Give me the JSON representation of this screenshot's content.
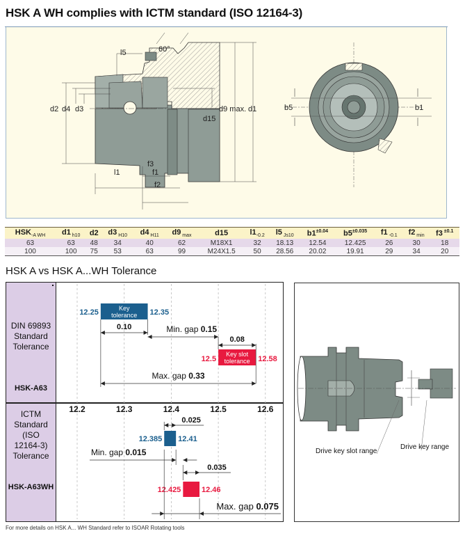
{
  "header": {
    "title": "HSK A WH complies with ICTM standard (ISO 12164-3)"
  },
  "drawing": {
    "side_view_labels": {
      "angle": "60°",
      "l5": "l5",
      "d2": "d2",
      "d4": "d4",
      "d3": "d3",
      "d9max": "d9 max.",
      "d1": "d1",
      "d15": "d15",
      "f3": "f3",
      "l1": "l1",
      "f1": "f1",
      "f2": "f2"
    },
    "front_view_labels": {
      "b5": "b5",
      "b1": "b1"
    },
    "colors": {
      "background": "#fefbe8",
      "metal_dark": "#6f7f78",
      "metal_mid": "#8f9c96",
      "metal_light": "#b4bfba"
    }
  },
  "spec_table": {
    "columns": [
      {
        "main": "HSK",
        "sub": "-A WH",
        "sup": ""
      },
      {
        "main": "d1",
        "sub": " h10",
        "sup": ""
      },
      {
        "main": "d2",
        "sub": "",
        "sup": ""
      },
      {
        "main": "d3",
        "sub": " H10",
        "sup": ""
      },
      {
        "main": "d4",
        "sub": " H11",
        "sup": ""
      },
      {
        "main": "d9",
        "sub": " max",
        "sup": ""
      },
      {
        "main": "d15",
        "sub": "",
        "sup": ""
      },
      {
        "main": "l1",
        "sub": "-0.2",
        "sup": ""
      },
      {
        "main": "l5",
        "sub": " Js10",
        "sup": ""
      },
      {
        "main": "b1",
        "sub": "",
        "sup": "±0.04"
      },
      {
        "main": "b5",
        "sub": "",
        "sup": "±0.035"
      },
      {
        "main": "f1",
        "sub": " -0.1",
        "sup": ""
      },
      {
        "main": "f2",
        "sub": " min",
        "sup": ""
      },
      {
        "main": "f3",
        "sub": "",
        "sup": " ±0.1"
      }
    ],
    "rows": [
      [
        "63",
        "63",
        "48",
        "34",
        "40",
        "62",
        "M18X1",
        "32",
        "18.13",
        "12.54",
        "12.425",
        "26",
        "30",
        "18"
      ],
      [
        "100",
        "100",
        "75",
        "53",
        "63",
        "99",
        "M24X1.5",
        "50",
        "28.56",
        "20.02",
        "19.91",
        "29",
        "34",
        "20"
      ]
    ]
  },
  "tolerance_section": {
    "title": "HSK A vs  HSK A...WH Tolerance",
    "din_panel": {
      "label_lines": [
        "DIN 69893",
        "Standard",
        "Tolerance"
      ],
      "model": "HSK-A63"
    },
    "ictm_panel": {
      "label_lines": [
        "ICTM",
        "Standard",
        "(ISO",
        "12164-3)",
        "Tolerance"
      ],
      "model": "HSK-A63WH"
    }
  },
  "chart_data": {
    "type": "table",
    "title": "HSK A vs  HSK A...WH Tolerance",
    "axis": {
      "ticks": [
        12.2,
        12.3,
        12.4,
        12.5,
        12.6
      ],
      "tick_labels": [
        "12.2",
        "12.3",
        "12.4",
        "12.5",
        "12.6"
      ],
      "range": [
        12.15,
        12.65
      ],
      "grid": "dashed vertical"
    },
    "din": {
      "key": {
        "min": 12.25,
        "max": 12.35,
        "label_lines": [
          "Key",
          "tolerance"
        ],
        "min_label": "12.25",
        "max_label": "12.35",
        "width_label": "0.10"
      },
      "slot": {
        "min": 12.5,
        "max": 12.58,
        "label_lines": [
          "Key slot",
          "tolerance"
        ],
        "min_label": "12.5",
        "max_label": "12.58",
        "width_label": "0.08"
      },
      "min_gap": {
        "text": "Min. gap",
        "value": "0.15"
      },
      "max_gap": {
        "text": "Max. gap",
        "value": "0.33"
      }
    },
    "ictm": {
      "key": {
        "min": 12.385,
        "max": 12.41,
        "min_label": "12.385",
        "max_label": "12.41",
        "width_label": "0.025"
      },
      "slot": {
        "min": 12.425,
        "max": 12.46,
        "min_label": "12.425",
        "max_label": "12.46",
        "width_label": "0.035"
      },
      "min_gap": {
        "text": "Min. gap",
        "value": "0.015"
      },
      "max_gap": {
        "text": "Max. gap",
        "value": "0.075"
      }
    },
    "colors": {
      "key": "#1b5f8e",
      "slot": "#e8193f",
      "panel": "#dccde6"
    }
  },
  "photo": {
    "drive_key_slot_label": "Drive key slot range",
    "drive_key_label": "Drive key range"
  },
  "footnote": "For more details on HSK A... WH Standard refer to ISOAR Rotating tools"
}
